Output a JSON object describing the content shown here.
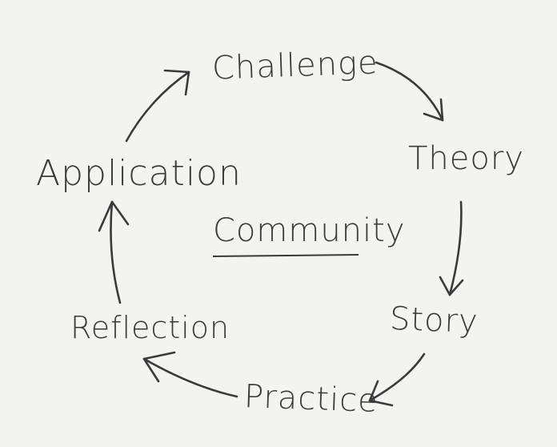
{
  "diagram": {
    "center": "Community",
    "stages": [
      {
        "label": "Challenge"
      },
      {
        "label": "Theory"
      },
      {
        "label": "Story"
      },
      {
        "label": "Practice"
      },
      {
        "label": "Reflection"
      },
      {
        "label": "Application"
      }
    ]
  },
  "colors": {
    "background": "#f3f3f1",
    "ink": "#3a3a3a"
  }
}
